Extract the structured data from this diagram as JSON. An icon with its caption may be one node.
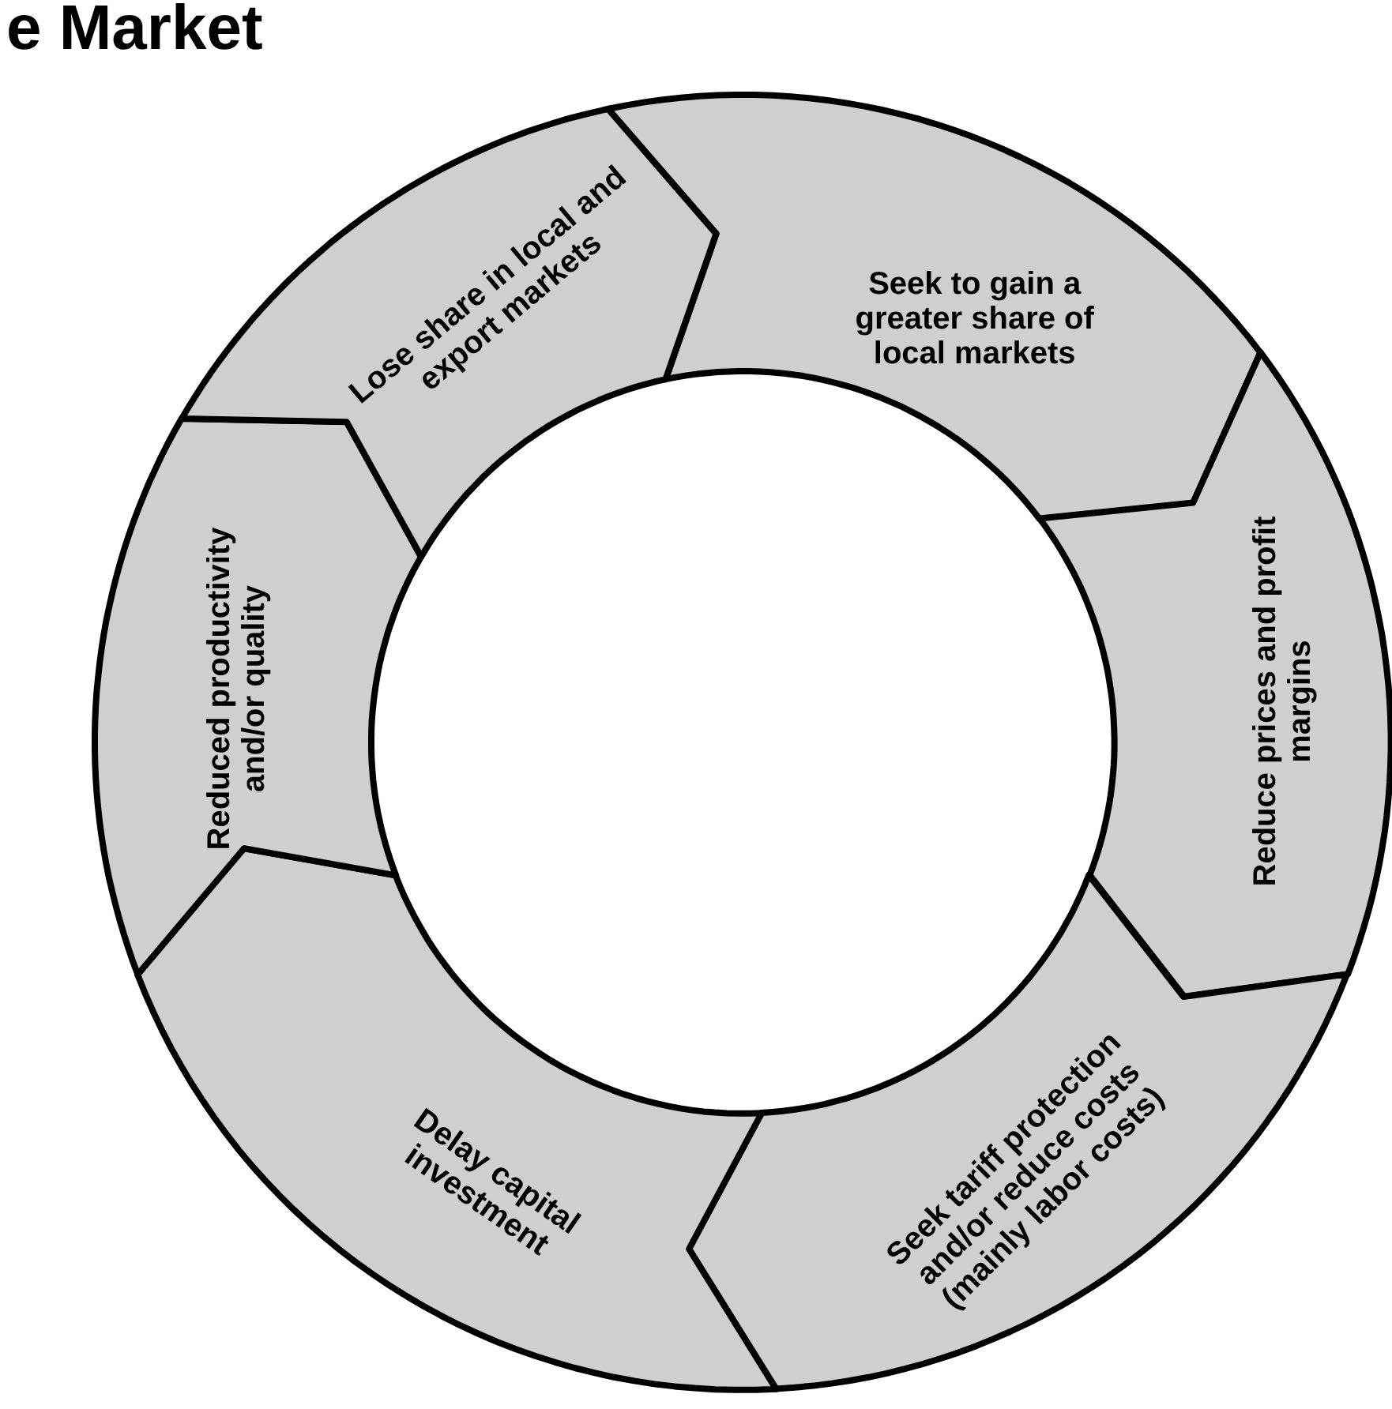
{
  "diagram": {
    "title": "e Market",
    "nodes": [
      {
        "text": [
          "Seek to gain a greater share of local markets"
        ]
      },
      {
        "text": [
          "Reduce prices and profit margins"
        ]
      },
      {
        "text": [
          "Seek tariff protection and/or reduce costs (mainly labor costs)"
        ]
      },
      {
        "text": [
          "Delay capital investment"
        ]
      },
      {
        "text": [
          "Reduced productivity and/or quality"
        ]
      },
      {
        "text": [
          "Lose share in local and export markets"
        ]
      }
    ]
  }
}
